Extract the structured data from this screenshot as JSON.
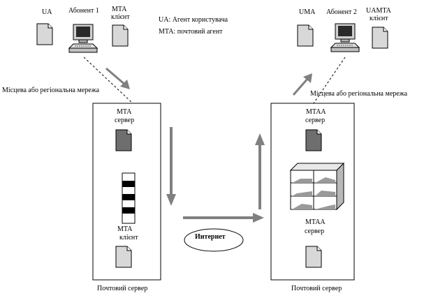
{
  "legend": {
    "ua": "UA: Агент користувача",
    "mta": "MTA: почтовий агент"
  },
  "subscriber1": {
    "ua_label": "UA",
    "name": "Абонент 1",
    "mta_line1": "MTA",
    "mta_line2": "клієнт"
  },
  "subscriber2": {
    "ua_label": "UMA",
    "name": "Абонент 2",
    "mta_line1": "UAMTA",
    "mta_line2": "клієнт"
  },
  "network_left": "Місцева або регіональна мережа",
  "network_right": "Місцева або регіональна мережа",
  "server_left": {
    "mta_server_line1": "MTA",
    "mta_server_line2": "сервер",
    "mta_client_line1": "MTA",
    "mta_client_line2": "клієнт",
    "caption": "Почтовий сервер"
  },
  "server_right": {
    "mta_server_top_line1": "MTAA",
    "mta_server_top_line2": "сервер",
    "mta_server_bottom_line1": "MTAA",
    "mta_server_bottom_line2": "сервер",
    "caption": "Почтовий сервер"
  },
  "internet": "Интернет",
  "colors": {
    "arrow": "#808080",
    "doc_dark": "#6e6e6e",
    "doc_light": "#d8d8d8",
    "outline": "#000000"
  }
}
